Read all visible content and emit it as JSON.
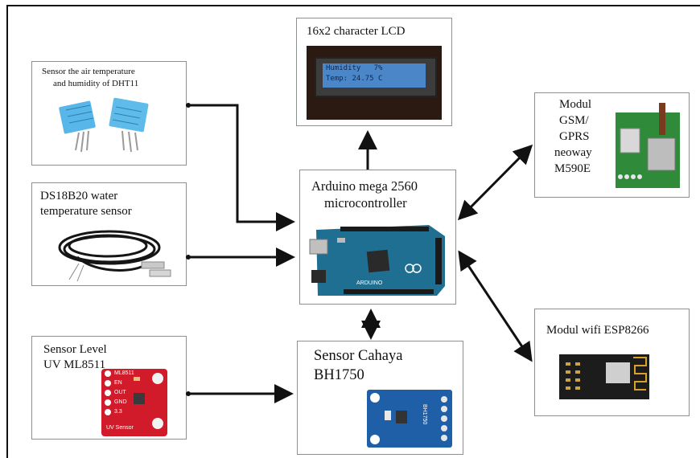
{
  "diagram": {
    "lcd": {
      "title": "16x2 character LCD",
      "line1": "Humidity   7%",
      "line2": "Temp: 24.75 C"
    },
    "dht11": {
      "title_line1": "Sensor the air temperature",
      "title_line2": "and humidity of DHT11"
    },
    "ds18b20": {
      "title_line1": "DS18B20 water",
      "title_line2": "temperature sensor"
    },
    "arduino": {
      "title_line1": "Arduino mega 2560",
      "title_line2": "microcontroller"
    },
    "gsm": {
      "title_lines": [
        "Modul",
        "GSM/",
        "GPRS",
        "neoway",
        "M590E"
      ]
    },
    "uv": {
      "title_line1": "Sensor Level",
      "title_line2": "UV ML8511",
      "pins": [
        "ML8511",
        "EN",
        "OUT",
        "GND",
        "3.3"
      ],
      "board_text": "UV Sensor"
    },
    "bh1750": {
      "title_line1": "Sensor Cahaya",
      "title_line2": "BH1750",
      "board_text": "BH1750"
    },
    "esp": {
      "title": "Modul wifi ESP8266"
    }
  },
  "colors": {
    "border": "#8f8f8f",
    "arrow": "#111111",
    "lcd_backlight": "#4a86c8",
    "arduino_board": "#1e6f92",
    "uv_board": "#d11b2a",
    "bh_board": "#1f5fa8",
    "gsm_board": "#2f8a3a"
  }
}
